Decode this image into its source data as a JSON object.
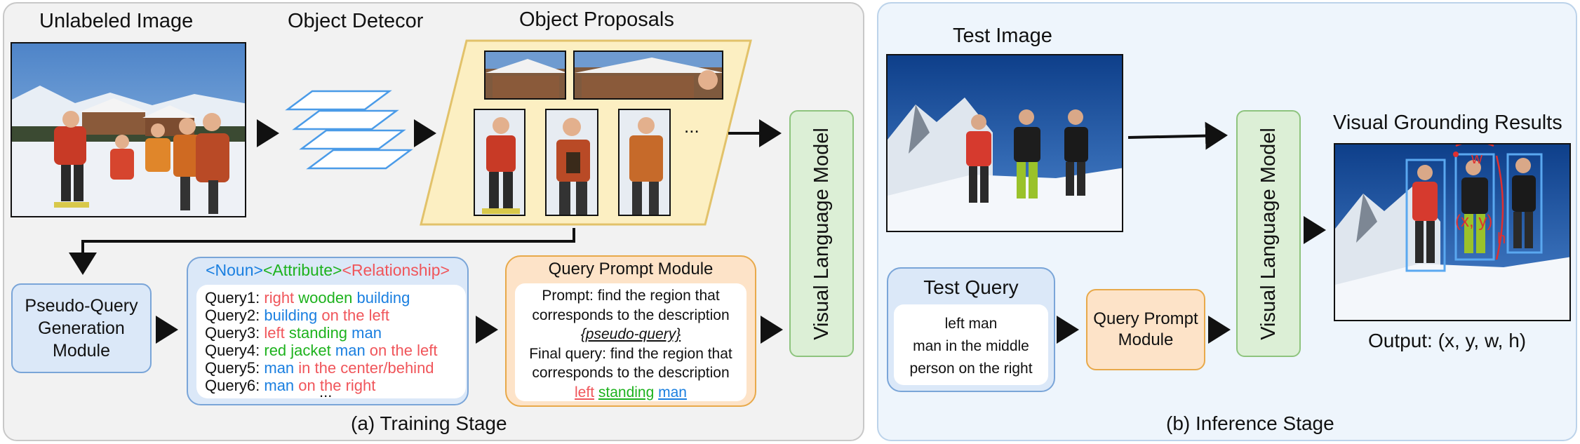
{
  "training": {
    "stage_label": "(a) Training Stage",
    "unlabeled_title": "Unlabeled Image",
    "detector_title": "Object Detecor",
    "proposals_title": "Object Proposals",
    "proposals_ellipsis": "...",
    "vlm_label": "Visual Language Model",
    "pseudo_module": [
      "Pseudo-Query",
      "Generation",
      "Module"
    ],
    "template_header": {
      "noun": "<Noun>",
      "attribute": "<Attribute>",
      "relationship": "<Relationship>"
    },
    "queries": [
      {
        "prefix": "Query1: ",
        "parts": [
          {
            "t": "right",
            "c": "red"
          },
          {
            "t": " ",
            "c": "none"
          },
          {
            "t": "wooden",
            "c": "green"
          },
          {
            "t": " ",
            "c": "none"
          },
          {
            "t": "building",
            "c": "blue"
          }
        ]
      },
      {
        "prefix": "Query2: ",
        "parts": [
          {
            "t": "building",
            "c": "blue"
          },
          {
            "t": " on the left",
            "c": "red"
          }
        ]
      },
      {
        "prefix": "Query3: ",
        "parts": [
          {
            "t": "left",
            "c": "red"
          },
          {
            "t": " ",
            "c": "none"
          },
          {
            "t": "standing",
            "c": "green"
          },
          {
            "t": " ",
            "c": "none"
          },
          {
            "t": "man",
            "c": "blue"
          }
        ]
      },
      {
        "prefix": "Query4: ",
        "parts": [
          {
            "t": "red jacket",
            "c": "green"
          },
          {
            "t": " ",
            "c": "none"
          },
          {
            "t": "man",
            "c": "blue"
          },
          {
            "t": " on the left",
            "c": "red"
          }
        ]
      },
      {
        "prefix": "Query5: ",
        "parts": [
          {
            "t": "man",
            "c": "blue"
          },
          {
            "t": " in the center/behind",
            "c": "red"
          }
        ]
      },
      {
        "prefix": "Query6: ",
        "parts": [
          {
            "t": "man",
            "c": "blue"
          },
          {
            "t": " on the right",
            "c": "red"
          }
        ]
      }
    ],
    "queries_ellipsis": "...",
    "prompt_module": {
      "title": "Query Prompt Module",
      "line1": "Prompt: find the region that",
      "line2": "corresponds to the description",
      "placeholder": "{pseudo-query}",
      "line4": "Final query: find the region that",
      "line5": "corresponds to the description",
      "final_parts": [
        {
          "t": "left",
          "c": "red"
        },
        {
          "t": "standing",
          "c": "green"
        },
        {
          "t": "man",
          "c": "blue"
        }
      ]
    }
  },
  "inference": {
    "stage_label": "(b) Inference Stage",
    "test_image_title": "Test Image",
    "test_query_title": "Test Query",
    "test_queries": [
      "left man",
      "man in the middle",
      "person on the right"
    ],
    "prompt_module": [
      "Query Prompt",
      "Module"
    ],
    "vlm_label": "Visual Language Model",
    "results_title": "Visual Grounding Results",
    "output_label": "Output: (x, y, w, h)",
    "annot_w": "w",
    "annot_h": "h",
    "annot_xy": "(x, y)"
  },
  "colors": {
    "red": "#f0555a",
    "green": "#1db21d",
    "blue": "#1a7fe0",
    "training_bg": "#f2f2f2",
    "inference_bg": "#eef5fc",
    "vlm_fill": "#dcefd6",
    "module_blue": "#dbe8f8",
    "prompt_orange": "#fde3c8"
  }
}
